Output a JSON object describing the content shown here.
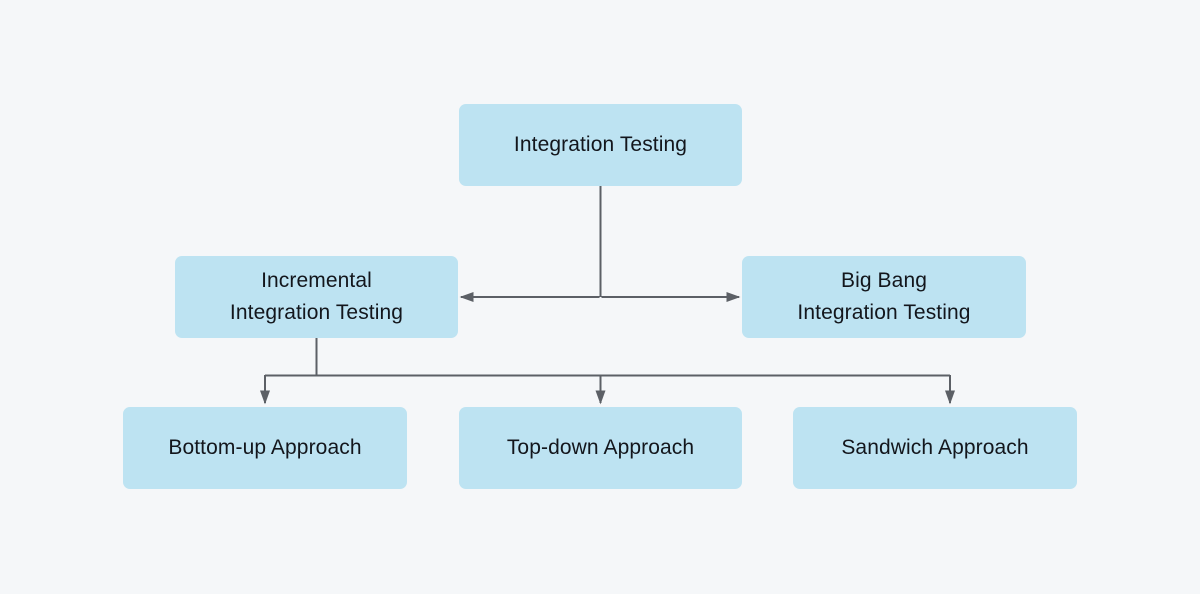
{
  "diagram": {
    "title": "Integration Testing",
    "type": "hierarchy-tree",
    "background_color": "#f5f7f9",
    "node_fill_color": "#bde3f2",
    "node_text_color": "#13161c",
    "connector_color": "#5c6066",
    "nodes": {
      "root": {
        "label": "Integration Testing",
        "level": 1
      },
      "incremental": {
        "label": "Incremental\nIntegration Testing",
        "level": 2
      },
      "bigbang": {
        "label": "Big Bang\nIntegration Testing",
        "level": 2
      },
      "bottomup": {
        "label": "Bottom-up Approach",
        "level": 3
      },
      "topdown": {
        "label": "Top-down Approach",
        "level": 3
      },
      "sandwich": {
        "label": "Sandwich Approach",
        "level": 3
      }
    },
    "edges": [
      {
        "from": "root",
        "to": "incremental",
        "arrow": "end"
      },
      {
        "from": "root",
        "to": "bigbang",
        "arrow": "end"
      },
      {
        "from": "incremental",
        "to": "bottomup",
        "arrow": "end"
      },
      {
        "from": "incremental",
        "to": "topdown",
        "arrow": "end"
      },
      {
        "from": "incremental",
        "to": "sandwich",
        "arrow": "end"
      }
    ]
  }
}
